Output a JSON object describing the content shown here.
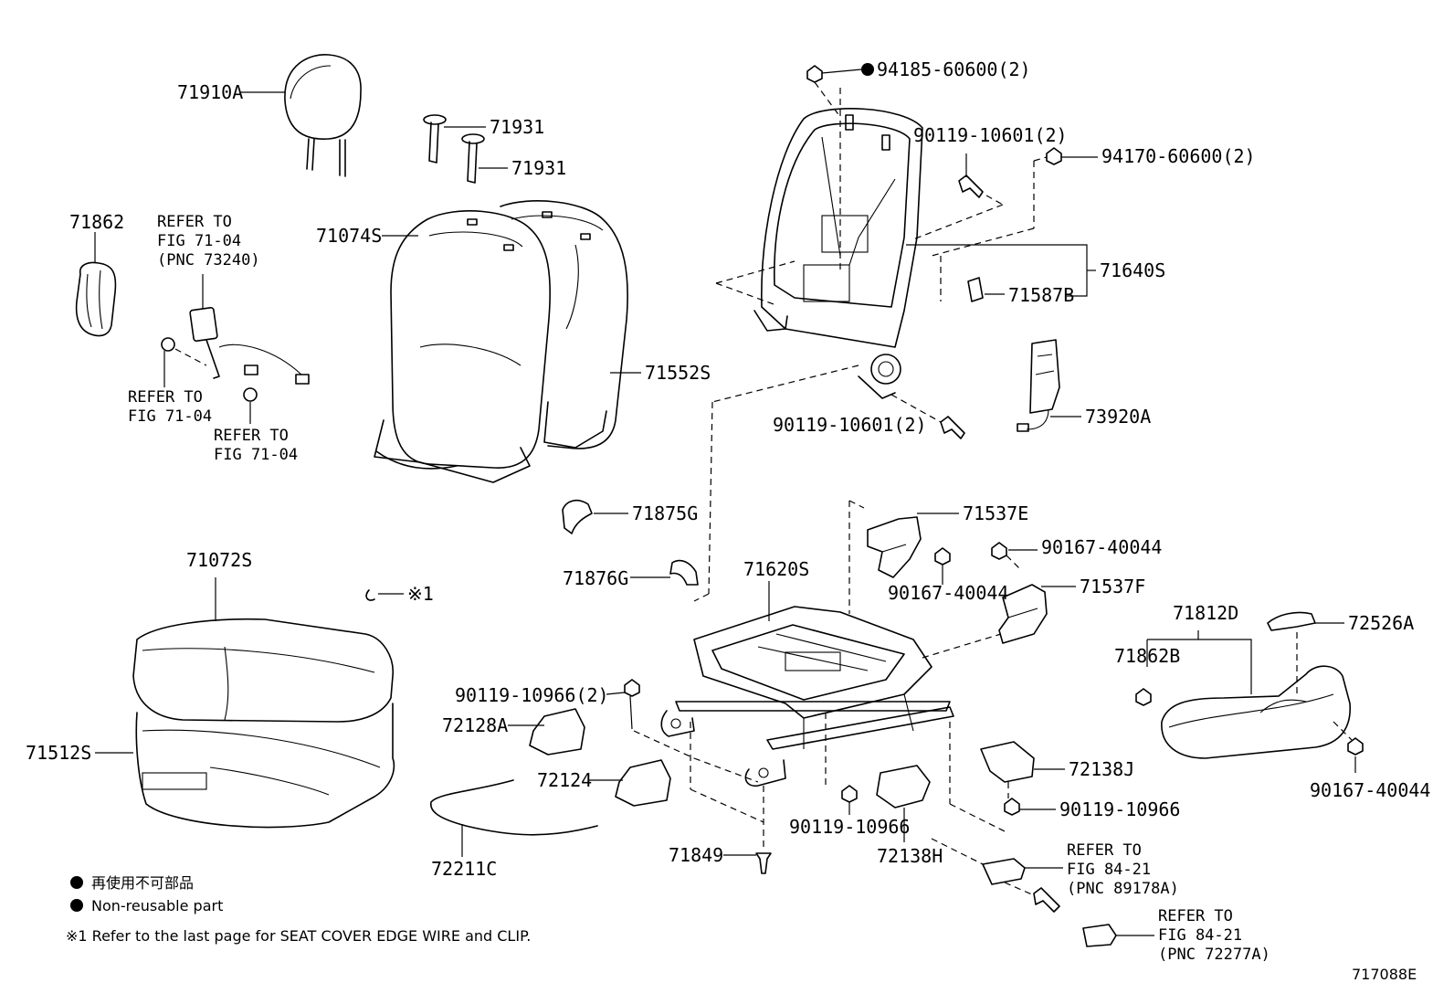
{
  "diagram_id": "717088E",
  "labels": [
    {
      "key": "l71910A",
      "text": "71910A"
    },
    {
      "key": "l71931a",
      "text": "71931"
    },
    {
      "key": "l71931b",
      "text": "71931"
    },
    {
      "key": "l71862",
      "text": "71862"
    },
    {
      "key": "l71074S",
      "text": "71074S"
    },
    {
      "key": "l71552S",
      "text": "71552S"
    },
    {
      "key": "l94185",
      "text": "94185-60600(2)"
    },
    {
      "key": "l90119a",
      "text": "90119-10601(2)"
    },
    {
      "key": "l94170",
      "text": "94170-60600(2)"
    },
    {
      "key": "l71640S",
      "text": "71640S"
    },
    {
      "key": "l71587B",
      "text": "71587B"
    },
    {
      "key": "l73920A",
      "text": "73920A"
    },
    {
      "key": "l90119b",
      "text": "90119-10601(2)"
    },
    {
      "key": "l71875G",
      "text": "71875G"
    },
    {
      "key": "l71876G",
      "text": "71876G"
    },
    {
      "key": "l71537E",
      "text": "71537E"
    },
    {
      "key": "l90167a",
      "text": "90167-40044"
    },
    {
      "key": "l90167b",
      "text": "90167-40044"
    },
    {
      "key": "l71537F",
      "text": "71537F"
    },
    {
      "key": "l71620S",
      "text": "71620S"
    },
    {
      "key": "l71072S",
      "text": "71072S"
    },
    {
      "key": "l71512S",
      "text": "71512S"
    },
    {
      "key": "l71812D",
      "text": "71812D"
    },
    {
      "key": "l72526A",
      "text": "72526A"
    },
    {
      "key": "l71862B",
      "text": "71862B"
    },
    {
      "key": "l90119c",
      "text": "90119-10966(2)"
    },
    {
      "key": "l72128A",
      "text": "72128A"
    },
    {
      "key": "l72124",
      "text": "72124"
    },
    {
      "key": "l72138J",
      "text": "72138J"
    },
    {
      "key": "l90119d",
      "text": "90119-10966"
    },
    {
      "key": "l90119e",
      "text": "90119-10966"
    },
    {
      "key": "l72138H",
      "text": "72138H"
    },
    {
      "key": "l71849",
      "text": "71849"
    },
    {
      "key": "l72211C",
      "text": "72211C"
    },
    {
      "key": "l90167c",
      "text": "90167-40044"
    }
  ],
  "references": {
    "ref1": [
      "REFER TO",
      "FIG 71-04",
      "(PNC 73240)"
    ],
    "ref2": [
      "REFER TO",
      "FIG 71-04"
    ],
    "ref3": [
      "REFER TO",
      "FIG 71-04"
    ],
    "ref4": [
      "REFER TO",
      "FIG 84-21",
      "(PNC 89178A)"
    ],
    "ref5": [
      "REFER TO",
      "FIG 84-21",
      "(PNC 72277A)"
    ]
  },
  "clip_note": "※1",
  "legend": {
    "jp": "再使用不可部品",
    "en": "Non-reusable part",
    "note": "※1 Refer to the last page for SEAT COVER EDGE WIRE and CLIP."
  }
}
